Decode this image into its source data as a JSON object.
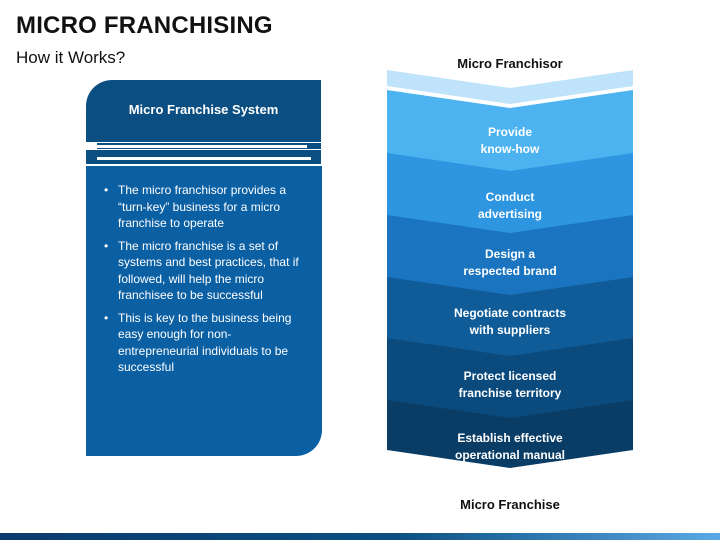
{
  "title": "MICRO FRANCHISING",
  "subtitle": "How it Works?",
  "panel": {
    "header": "Micro Franchise System",
    "bullets": [
      "The micro franchisor provides a “turn-key” business for a micro franchise to operate",
      "The micro franchise is a set of systems and best practices, that if followed, will help the micro franchisee to be successful",
      "This is key to the business being easy enough for non-entrepreneurial individuals to be successful"
    ]
  },
  "stack": {
    "top_label": "Micro Franchisor",
    "bottom_label": "Micro Franchise",
    "steps": [
      {
        "line1": "Provide",
        "line2": "know-how",
        "color": "#4db3f0"
      },
      {
        "line1": "Conduct",
        "line2": "advertising",
        "color": "#2e96e0"
      },
      {
        "line1": "Design a",
        "line2": "respected brand",
        "color": "#1a74c0"
      },
      {
        "line1": "Negotiate contracts",
        "line2": "with suppliers",
        "color": "#0f5c98"
      },
      {
        "line1": "Protect licensed",
        "line2": "franchise territory",
        "color": "#0b4a7d"
      },
      {
        "line1": "Establish effective",
        "line2": "operational manual",
        "color": "#0a3d66"
      }
    ],
    "top_chevron_color": "#bfe3fa"
  }
}
